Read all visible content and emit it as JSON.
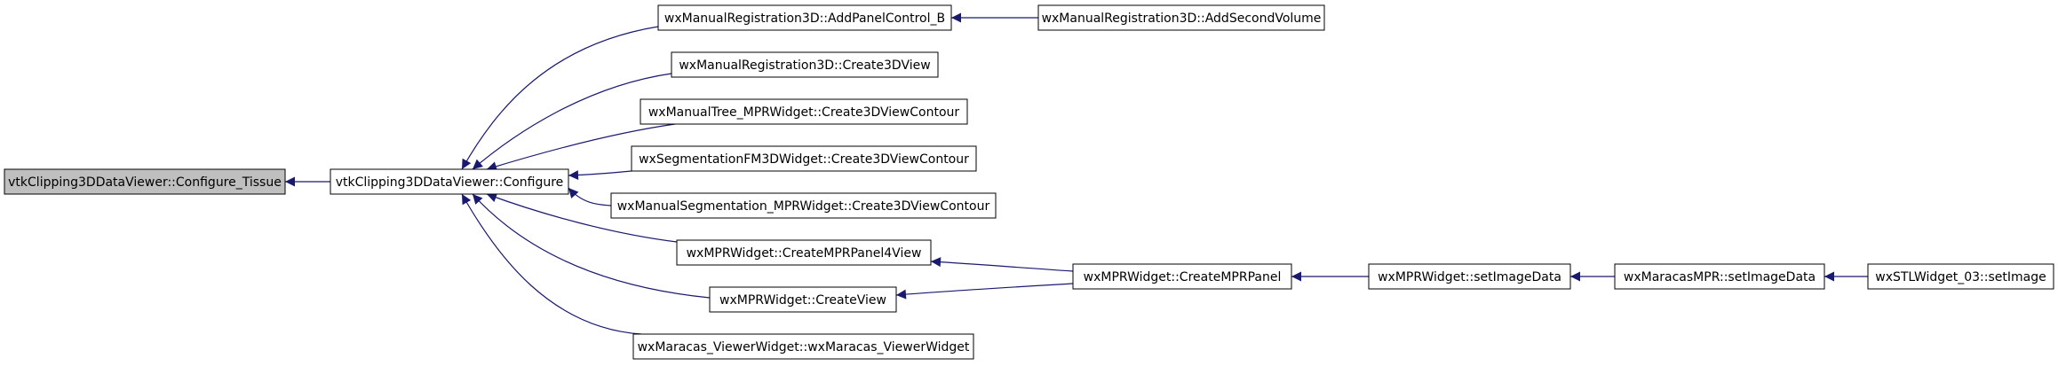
{
  "diagram": {
    "edge_color": "#191970",
    "nodes": [
      {
        "id": "n0",
        "label": "vtkClipping3DDataViewer::Configure_Tissue",
        "highlighted": true
      },
      {
        "id": "n1",
        "label": "vtkClipping3DDataViewer::Configure"
      },
      {
        "id": "n2",
        "label": "wxManualRegistration3D::AddPanelControl_B"
      },
      {
        "id": "n3",
        "label": "wxManualRegistration3D::AddSecondVolume"
      },
      {
        "id": "n4",
        "label": "wxManualRegistration3D::Create3DView"
      },
      {
        "id": "n5",
        "label": "wxManualTree_MPRWidget::Create3DViewContour"
      },
      {
        "id": "n6",
        "label": "wxSegmentationFM3DWidget::Create3DViewContour"
      },
      {
        "id": "n7",
        "label": "wxManualSegmentation_MPRWidget::Create3DViewContour"
      },
      {
        "id": "n8",
        "label": "wxMPRWidget::CreateMPRPanel4View"
      },
      {
        "id": "n9",
        "label": "wxMPRWidget::CreateView"
      },
      {
        "id": "n10",
        "label": "wxMaracas_ViewerWidget::wxMaracas_ViewerWidget"
      },
      {
        "id": "n11",
        "label": "wxMPRWidget::CreateMPRPanel"
      },
      {
        "id": "n12",
        "label": "wxMPRWidget::setImageData"
      },
      {
        "id": "n13",
        "label": "wxMaracasMPR::setImageData"
      },
      {
        "id": "n14",
        "label": "wxSTLWidget_03::setImage"
      }
    ],
    "edges": [
      {
        "from": "n1",
        "to": "n0"
      },
      {
        "from": "n2",
        "to": "n1"
      },
      {
        "from": "n4",
        "to": "n1"
      },
      {
        "from": "n5",
        "to": "n1"
      },
      {
        "from": "n6",
        "to": "n1"
      },
      {
        "from": "n7",
        "to": "n1"
      },
      {
        "from": "n8",
        "to": "n1"
      },
      {
        "from": "n9",
        "to": "n1"
      },
      {
        "from": "n10",
        "to": "n1"
      },
      {
        "from": "n3",
        "to": "n2"
      },
      {
        "from": "n11",
        "to": "n8"
      },
      {
        "from": "n11",
        "to": "n9"
      },
      {
        "from": "n12",
        "to": "n11"
      },
      {
        "from": "n13",
        "to": "n12"
      },
      {
        "from": "n14",
        "to": "n13"
      }
    ]
  }
}
